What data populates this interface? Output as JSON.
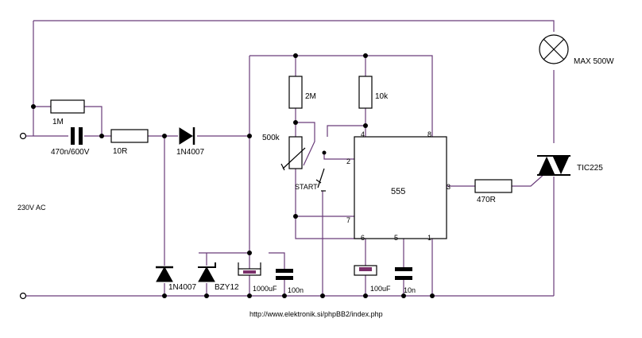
{
  "labels": {
    "lamp": "MAX 500W",
    "r_1m": "1M",
    "cap_x": "470n/600V",
    "r_10r": "10R",
    "diode_1": "1N4007",
    "r_2m": "2M",
    "r_10k": "10k",
    "pot": "500k",
    "start": "START",
    "ic": "555",
    "r_470r": "470R",
    "triac": "TIC225",
    "supply": "230V AC",
    "diode_2": "1N4007",
    "zener": "BZY12",
    "cap_1000u": "1000uF",
    "cap_100n": "100n",
    "cap_100u": "100uF",
    "cap_10n": "10n",
    "url": "http://www.elektronik.si/phpBB2/index.php"
  },
  "pins": {
    "p2": "2",
    "p3": "3",
    "p4": "4",
    "p5": "5",
    "p6": "6",
    "p7": "7",
    "p8": "8",
    "p1": "1"
  }
}
